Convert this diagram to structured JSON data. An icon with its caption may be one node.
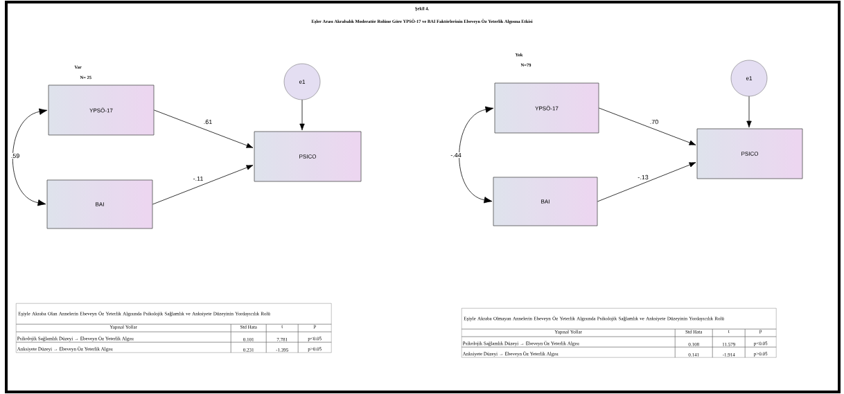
{
  "diagram": {
    "title": "Eşler Arası Akrabalık Moderatör Rolüne Göre YPSÖ-17 ve BAI Faktörlerinin Ebeveyn Öz Yeterlik Algısına Etkisi",
    "nodes": [
      {
        "text": [
          "e1"
        ]
      },
      {
        "text": [
          "YPSÖ-17"
        ]
      },
      {
        "text": [
          "BAI"
        ]
      },
      {
        "text": [
          "PSICO"
        ]
      },
      {
        "text": [
          "e1"
        ]
      },
      {
        "text": [
          "YPSÖ-17"
        ]
      },
      {
        "text": [
          "BAI"
        ]
      },
      {
        "text": [
          "PSICO"
        ]
      }
    ],
    "edges": [
      {
        "from": 0,
        "to": 3,
        "arrow": "to"
      },
      {
        "from": 1,
        "to": 3,
        "arrow": "to",
        "label": ".61"
      },
      {
        "from": 2,
        "to": 3,
        "arrow": "to",
        "label": "-.11"
      },
      {
        "from": 1,
        "to": 2,
        "arrow": "both",
        "label": ".59"
      },
      {
        "from": 4,
        "to": 7,
        "arrow": "to"
      },
      {
        "from": 5,
        "to": 7,
        "arrow": "to",
        "label": ".70"
      },
      {
        "from": 6,
        "to": 7,
        "arrow": "to",
        "label": "-.13"
      },
      {
        "from": 5,
        "to": 6,
        "arrow": "both",
        "label": "-.44"
      }
    ],
    "labels": [
      "Şekil 4.",
      "Var",
      "N= 25",
      "Eşiyle Akraba Olan Annelerin Ebeveyn Öz Yeterlik Algısında Psikolojik Sağlamlık ve Anksiyete Düzeyinin Yordayıcılık Rolü",
      "Yapısal Yollar",
      "Std Hata",
      "t",
      "p",
      "Psikolojik Sağlamlık Düzeyi → Ebeveyn Öz Yeterlik Algısı",
      "0.101",
      "7.781",
      "p<0.05",
      "Anksiyete Düzeyi → Ebeveyn Öz Yeterlik Algısı",
      "0.231",
      "-1.395",
      "p>0.05",
      "Yok",
      "N=79",
      "Eşiyle Akraba Olmayan Annelerin Ebeveyn Öz Yeterlik Algısında Psikolojik Sağlamlık ve Anksiyete Düzeyinin Yordayıcılık Rolü",
      "Yapısal Yollar",
      "Std Hata",
      "t",
      "p",
      "Psikolojik Sağlamlık Düzeyi → Ebeveyn Öz Yeterlik Algısı",
      "0.108",
      "11.579",
      "p<0.05",
      "Anksiyete Düzeyi → Ebeveyn Öz Yeterlik Algısı",
      "0.141",
      "-1.914",
      "p>0.05"
    ]
  }
}
